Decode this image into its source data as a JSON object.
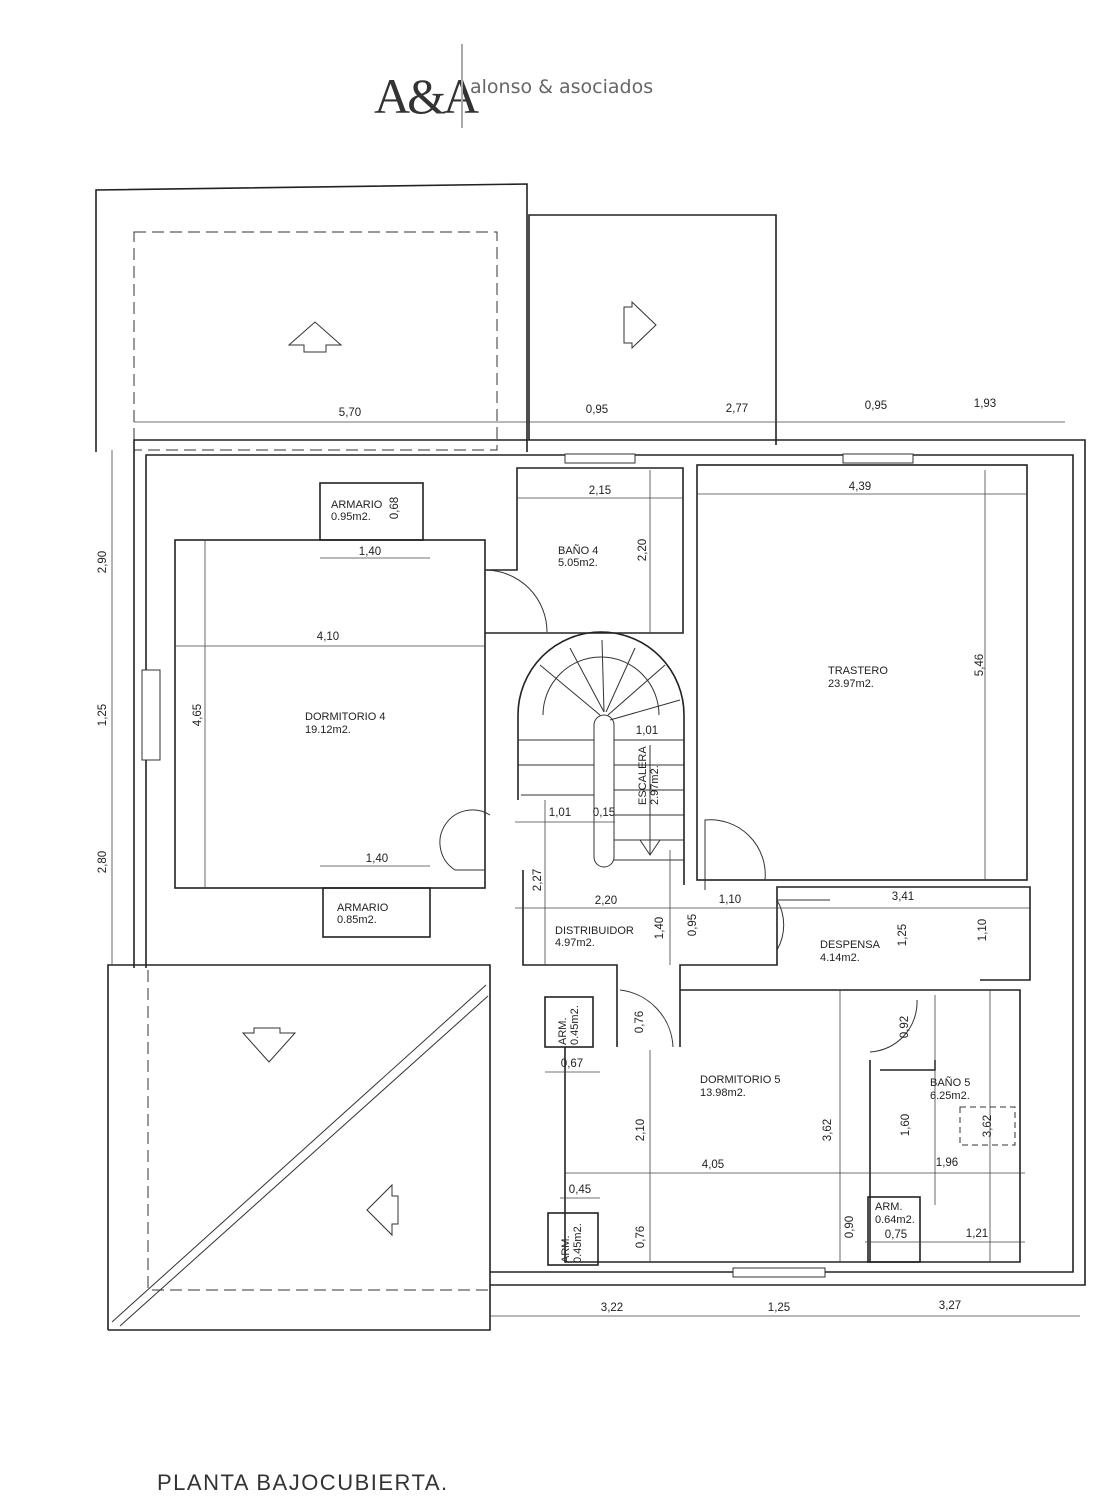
{
  "logo": {
    "mark": "A&A",
    "name": "alonso & asociados"
  },
  "title": "PLANTA BAJOCUBIERTA.",
  "rooms": {
    "dormitorio4": {
      "name": "DORMITORIO 4",
      "area": "19.12m2."
    },
    "armario_top": {
      "name": "ARMARIO",
      "area": "0.95m2."
    },
    "armario_bottom": {
      "name": "ARMARIO",
      "area": "0.85m2."
    },
    "bano4": {
      "name": "BAÑO 4",
      "area": "5.05m2."
    },
    "trastero": {
      "name": "TRASTERO",
      "area": "23.97m2."
    },
    "escalera": {
      "name": "ESCALERA",
      "area": "2.97m2."
    },
    "distribuidor": {
      "name": "DISTRIBUIDOR",
      "area": "4.97m2."
    },
    "despensa": {
      "name": "DESPENSA",
      "area": "4.14m2."
    },
    "dormitorio5": {
      "name": "DORMITORIO 5",
      "area": "13.98m2."
    },
    "bano5": {
      "name": "BAÑO 5",
      "area": "6.25m2."
    },
    "arm1": {
      "name": "ARM.",
      "area": "0.45m2."
    },
    "arm2": {
      "name": "ARM.",
      "area": "0.45m2."
    },
    "arm3": {
      "name": "ARM.",
      "area": "0.64m2."
    }
  },
  "dims": {
    "top": [
      "5,70",
      "0,95",
      "2,77",
      "0,95",
      "1,93"
    ],
    "left": [
      "2,90",
      "1,25",
      "2,80"
    ],
    "bottom": [
      "3,22",
      "1,25",
      "3,27"
    ],
    "arm_top_h": "0,68",
    "arm_top_w": "1,40",
    "d4_w": "4,10",
    "d4_h": "4,65",
    "arm_bot_w": "1,40",
    "b4_w": "2,15",
    "b4_h": "2,20",
    "tr_w": "4,39",
    "tr_h": "5,46",
    "st_w": "1,01",
    "st_w2": "1,01",
    "st_gap": "0,15",
    "dist_h": "2,27",
    "dist_w": "2,20",
    "dist_h2": "1,40",
    "dist_door": "0,95",
    "pass_w": "1,10",
    "desp_w": "3,41",
    "desp_h": "1,25",
    "desp_h2": "1,10",
    "arm1_door": "0,76",
    "arm1_w": "0,67",
    "d5_h": "2,10",
    "d5_h2": "3,62",
    "b5_door": "0,92",
    "b5_h": "1,60",
    "b5_shower": "3,62",
    "d5_w": "4,05",
    "b5_w": "1,96",
    "arm2_w": "0,45",
    "arm2_door": "0,76",
    "arm3_h": "0,90",
    "arm3_w": "0,75",
    "b5_w2": "1,21"
  }
}
